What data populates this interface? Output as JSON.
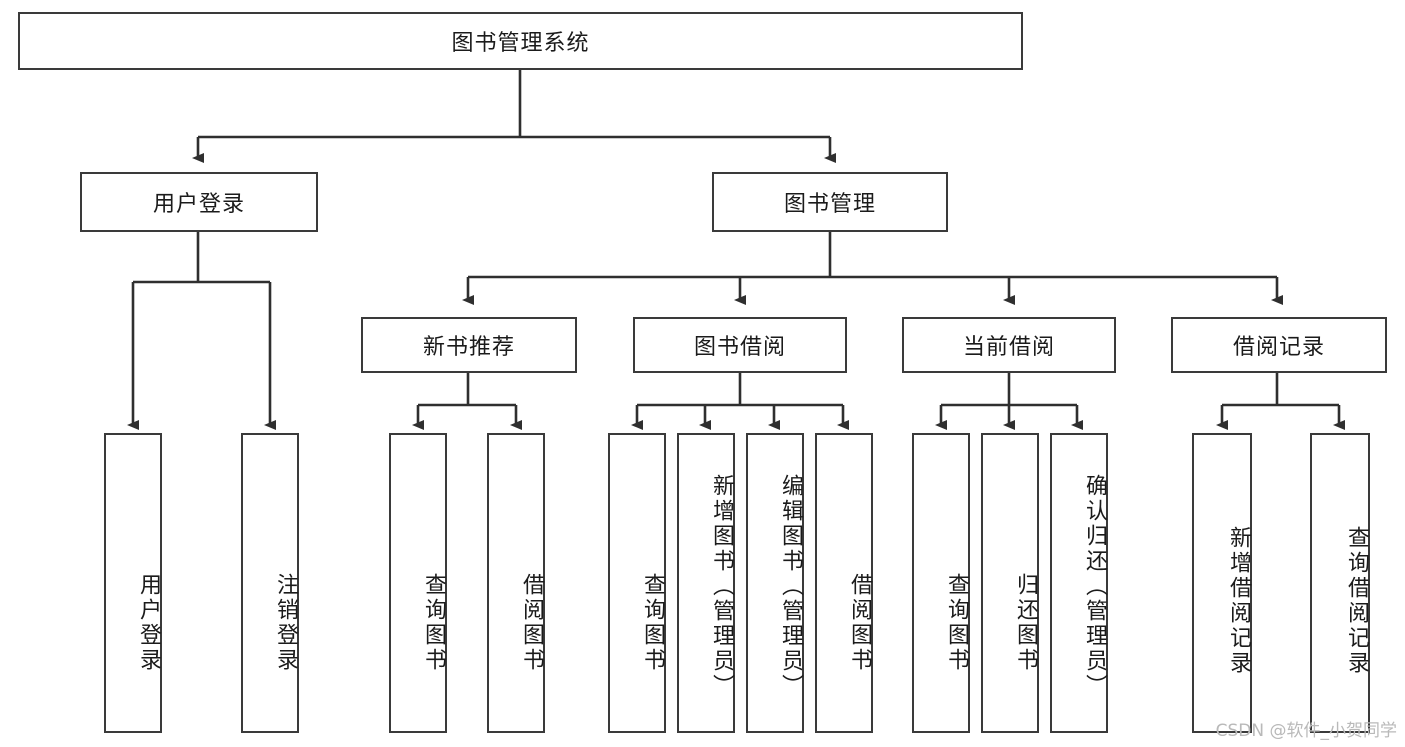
{
  "diagram": {
    "title": "图书管理系统",
    "type": "hierarchy-tree",
    "root": {
      "id": "root",
      "label": "图书管理系统",
      "orientation": "horizontal"
    },
    "level2": [
      {
        "id": "user-login",
        "label": "用户登录",
        "orientation": "horizontal"
      },
      {
        "id": "book-management",
        "label": "图书管理",
        "orientation": "horizontal"
      }
    ],
    "level3": [
      {
        "id": "new-book-recommend",
        "label": "新书推荐",
        "orientation": "horizontal",
        "parent": "book-management"
      },
      {
        "id": "book-borrow",
        "label": "图书借阅",
        "orientation": "horizontal",
        "parent": "book-management"
      },
      {
        "id": "current-borrow",
        "label": "当前借阅",
        "orientation": "horizontal",
        "parent": "book-management"
      },
      {
        "id": "borrow-record",
        "label": "借阅记录",
        "orientation": "horizontal",
        "parent": "book-management"
      }
    ],
    "leaves": [
      {
        "id": "leaf-user-login",
        "label": "用户登录",
        "parent": "user-login"
      },
      {
        "id": "leaf-logout-login",
        "label": "注销登录",
        "parent": "user-login"
      },
      {
        "id": "leaf-query-book-1",
        "label": "查询图书",
        "parent": "new-book-recommend"
      },
      {
        "id": "leaf-borrow-book-1",
        "label": "借阅图书",
        "parent": "new-book-recommend"
      },
      {
        "id": "leaf-query-book-2",
        "label": "查询图书",
        "parent": "book-borrow"
      },
      {
        "id": "leaf-add-book",
        "label": "新增图书（管理员）",
        "parent": "book-borrow"
      },
      {
        "id": "leaf-edit-book",
        "label": "编辑图书（管理员）",
        "parent": "book-borrow"
      },
      {
        "id": "leaf-borrow-book-2",
        "label": "借阅图书",
        "parent": "book-borrow"
      },
      {
        "id": "leaf-query-book-3",
        "label": "查询图书",
        "parent": "current-borrow"
      },
      {
        "id": "leaf-return-book",
        "label": "归还图书",
        "parent": "current-borrow"
      },
      {
        "id": "leaf-confirm-return",
        "label": "确认归还（管理员）",
        "parent": "current-borrow"
      },
      {
        "id": "leaf-add-record",
        "label": "新增借阅记录",
        "parent": "borrow-record"
      },
      {
        "id": "leaf-query-record",
        "label": "查询借阅记录",
        "parent": "borrow-record"
      }
    ],
    "watermark": "CSDN @软件_小贺同学",
    "colors": {
      "border": "#3a3a3a",
      "text": "#1b1b1b",
      "background": "#ffffff",
      "connector": "#2f2f2f",
      "watermark": "#b9b9b9"
    }
  }
}
